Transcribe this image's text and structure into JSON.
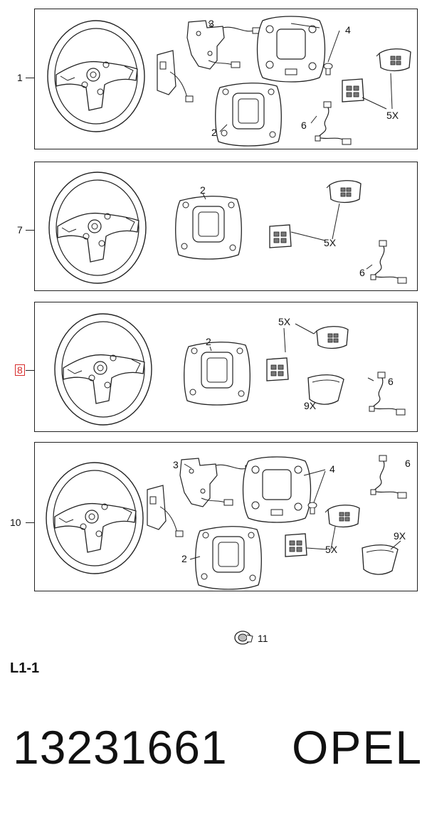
{
  "rows": [
    {
      "id": "1",
      "highlighted": false
    },
    {
      "id": "7",
      "highlighted": false
    },
    {
      "id": "8",
      "highlighted": true
    },
    {
      "id": "10",
      "highlighted": false
    }
  ],
  "callouts": {
    "p1": {
      "c2": "2",
      "c3": "3",
      "c4": "4",
      "c5": "5X",
      "c6": "6"
    },
    "p7": {
      "c2": "2",
      "c5": "5X",
      "c6": "6"
    },
    "p8": {
      "c2": "2",
      "c5": "5X",
      "c6": "6",
      "c9": "9X"
    },
    "p10": {
      "c2": "2",
      "c3": "3",
      "c4": "4",
      "c5": "5X",
      "c6": "6",
      "c9": "9X"
    }
  },
  "fastener_label": "11",
  "section_code": "L1-1",
  "part_number": "13231661",
  "brand": "OPEL",
  "colors": {
    "highlight": "#d62c2c",
    "line": "#222222"
  },
  "icons": [
    "steering-wheel-icon",
    "trim-cover-icon",
    "wiring-harness-icon",
    "control-bezel-icon",
    "switch-module-icon",
    "screw-icon",
    "push-clip-icon",
    "button-cover-icon"
  ]
}
